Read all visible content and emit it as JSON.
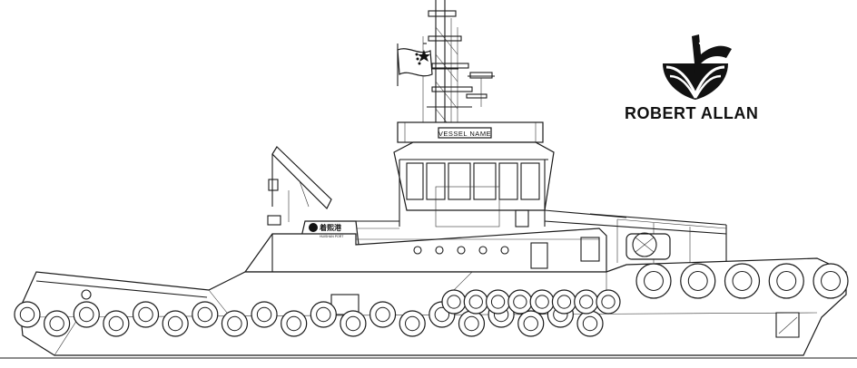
{
  "drawing": {
    "vessel_name_plate": "VESSEL NAME",
    "funnel_logo_text_cn": "着熙港",
    "funnel_logo_subtext": "HUISHAN PORT",
    "colors": {
      "line": "#1a1a1a",
      "background": "#ffffff"
    }
  },
  "brand": {
    "logo_icon": "robert-allan-logo-icon",
    "name": "ROBERT ALLAN"
  },
  "fenders": {
    "lower_tyre_count": 20,
    "upper_tyre_count": 8,
    "stern_tyre_count": 5
  }
}
